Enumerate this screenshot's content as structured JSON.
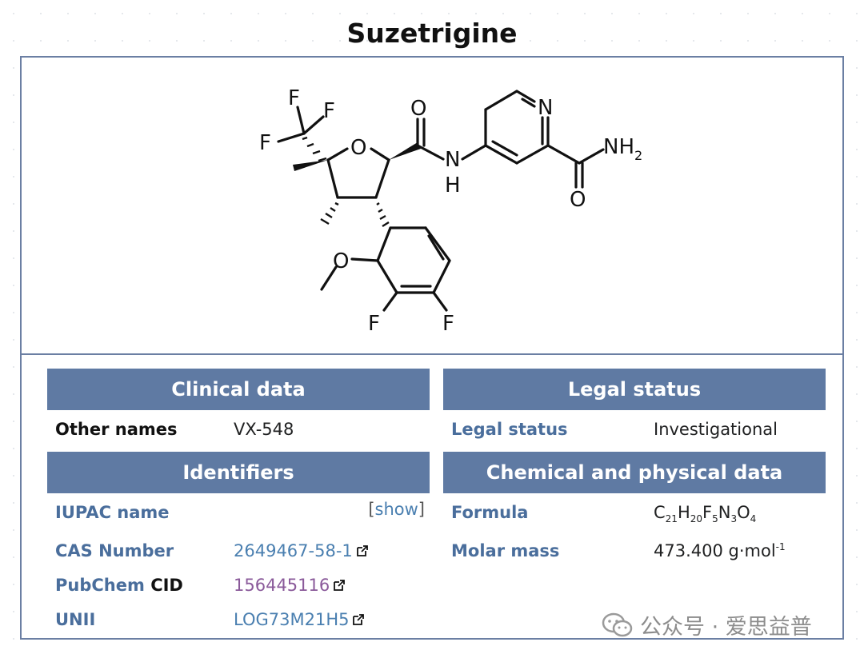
{
  "title": "Suzetrigine",
  "molecule_atoms": {
    "f1": "F",
    "f2": "F",
    "f3": "F",
    "o_ring": "O",
    "o_amide": "O",
    "n_amide": "N",
    "h_amide": "H",
    "n_pyridine": "N",
    "nh2": "NH",
    "nh2_sub": "2",
    "o_carboxamide": "O",
    "o_methoxy": "O",
    "f4": "F",
    "f5": "F"
  },
  "clinical": {
    "header": "Clinical data",
    "other_names_label": "Other names",
    "other_names_value": "VX-548"
  },
  "identifiers": {
    "header": "Identifiers",
    "iupac_label": "IUPAC name",
    "iupac_show_open": "[",
    "iupac_show": "show",
    "iupac_show_close": "]",
    "cas_label": "CAS Number",
    "cas_value": "2649467-58-1",
    "pubchem_label": "PubChem",
    "pubchem_cid": "CID",
    "pubchem_value": "156445116",
    "unii_label": "UNII",
    "unii_value": "LOG73M21H5"
  },
  "legal": {
    "header": "Legal status",
    "label": "Legal status",
    "value": "Investigational"
  },
  "chemical": {
    "header": "Chemical and physical data",
    "formula_label": "Formula",
    "formula": {
      "c": "C",
      "c_n": "21",
      "h": "H",
      "h_n": "20",
      "f": "F",
      "f_n": "5",
      "n": "N",
      "n_n": "3",
      "o": "O",
      "o_n": "4"
    },
    "molar_mass_label": "Molar mass",
    "molar_mass_value": "473.400 g·mol",
    "molar_mass_sup": "-1"
  },
  "watermark": {
    "text": "公众号 · 爱思益普"
  },
  "colors": {
    "header_bg": "#5f7aa3",
    "border": "#6b7fa3",
    "link": "#4a7fb0",
    "visited": "#8a5a9a"
  }
}
